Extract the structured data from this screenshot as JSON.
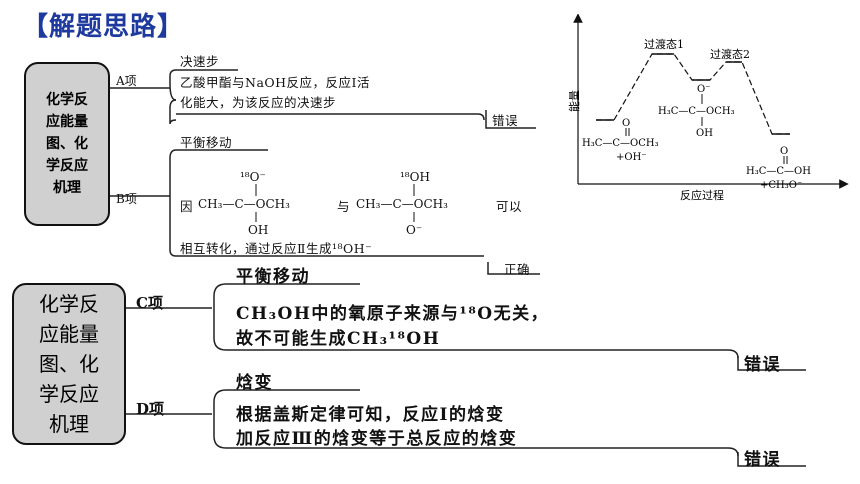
{
  "title": "【解题思路】",
  "topic_small": "化学反\n应能量\n图、化\n学反应\n机理",
  "topic_large": "化学反\n应能量\n图、化\n学反应\n机理",
  "option_a": {
    "label": "A项",
    "tag": "决速步",
    "line1": "乙酸甲酯与NaOH反应，反应Ⅰ活",
    "line2": "化能大，为该反应的决速步",
    "verdict": "错误"
  },
  "option_b": {
    "label": "B项",
    "tag": "平衡移动",
    "text_prefix": "因",
    "text_mid": "与",
    "text_suffix": "可以",
    "line2": "相互转化，通过反应Ⅱ生成¹⁸OH⁻",
    "verdict": "正确"
  },
  "option_c": {
    "label": "C项",
    "tag": "平衡移动",
    "line1": "CH₃OH中的氧原子来源与¹⁸O无关，",
    "line2": "故不可能生成CH₃¹⁸OH",
    "verdict": "错误"
  },
  "option_d": {
    "label": "D项",
    "tag": "焓变",
    "line1": "根据盖斯定律可知，反应Ⅰ的焓变",
    "line2": "加反应Ⅲ的焓变等于总反应的焓变",
    "verdict": "错误"
  },
  "energy_diagram": {
    "ylabel": "能量",
    "xlabel": "反应过程",
    "ts1": "过渡态1",
    "ts2": "过渡态2",
    "reactant_formula": "H₃C—C—OCH₃",
    "reactant_plus": "+OH⁻",
    "intermediate_formula": "H₃C—C—OCH₃",
    "product_formula": "H₃C—C—OH",
    "product_plus": "+CH₃O⁻"
  }
}
